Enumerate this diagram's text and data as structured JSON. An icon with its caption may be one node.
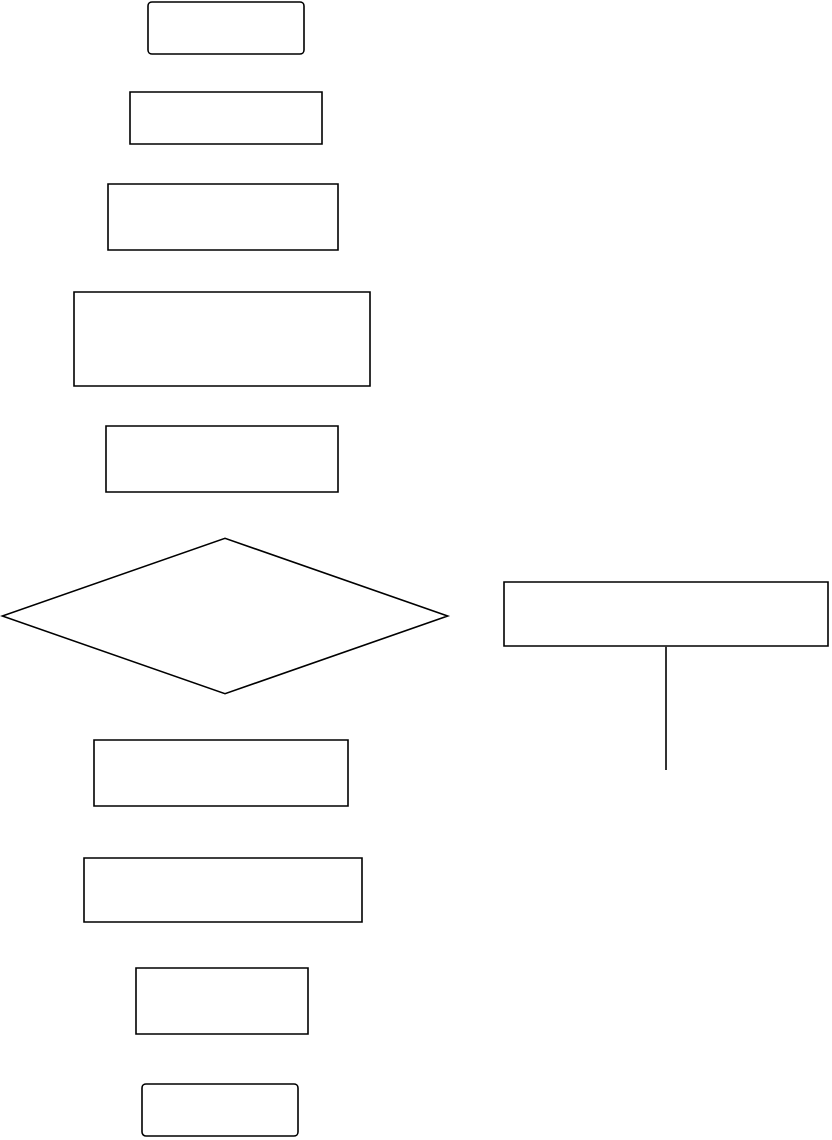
{
  "diagram": {
    "nodes": [
      {
        "text": [],
        "shape": "box"
      },
      {
        "text": [],
        "shape": "box"
      },
      {
        "text": [],
        "shape": "box"
      },
      {
        "text": [],
        "shape": "box"
      },
      {
        "text": [],
        "shape": "box"
      },
      {
        "text": [],
        "shape": "diamond"
      },
      {
        "text": [],
        "shape": "box"
      },
      {
        "text": [],
        "shape": "box"
      },
      {
        "text": [],
        "shape": "box"
      },
      {
        "text": [],
        "shape": "box"
      },
      {
        "text": [],
        "shape": "box"
      }
    ],
    "edges": [
      {
        "from": null,
        "to": 6,
        "arrow": "none"
      }
    ]
  }
}
